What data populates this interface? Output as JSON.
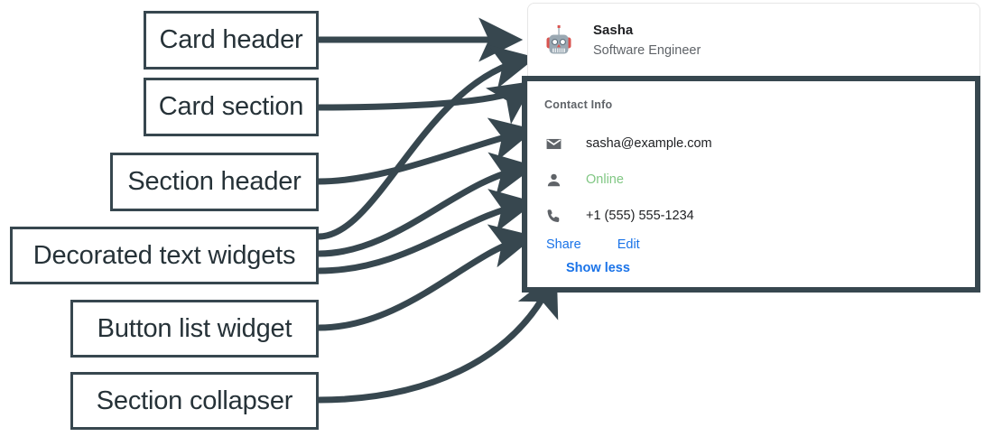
{
  "annotations": [
    {
      "key": "card_header",
      "label": "Card header"
    },
    {
      "key": "card_section",
      "label": "Card section"
    },
    {
      "key": "section_header",
      "label": "Section header"
    },
    {
      "key": "decorated_text",
      "label": "Decorated text widgets"
    },
    {
      "key": "button_list",
      "label": "Button list widget"
    },
    {
      "key": "section_collapser",
      "label": "Section collapser"
    }
  ],
  "card": {
    "header": {
      "avatar_icon": "robot-avatar-icon",
      "title": "Sasha",
      "subtitle": "Software Engineer"
    },
    "section": {
      "header": "Contact Info",
      "rows": [
        {
          "icon": "email-icon",
          "text": "sasha@example.com",
          "style": "normal"
        },
        {
          "icon": "person-icon",
          "text": "Online",
          "style": "green"
        },
        {
          "icon": "phone-icon",
          "text": "+1 (555) 555-1234",
          "style": "normal"
        }
      ],
      "buttons": [
        {
          "label": "Share"
        },
        {
          "label": "Edit"
        }
      ],
      "collapser": {
        "label": "Show less"
      }
    }
  },
  "colors": {
    "annotation_stroke": "#37474f",
    "link_blue": "#1a73e8",
    "status_green": "#81c784",
    "text_primary": "#202124",
    "text_secondary": "#5f6368",
    "card_border": "#e6e6e6"
  }
}
